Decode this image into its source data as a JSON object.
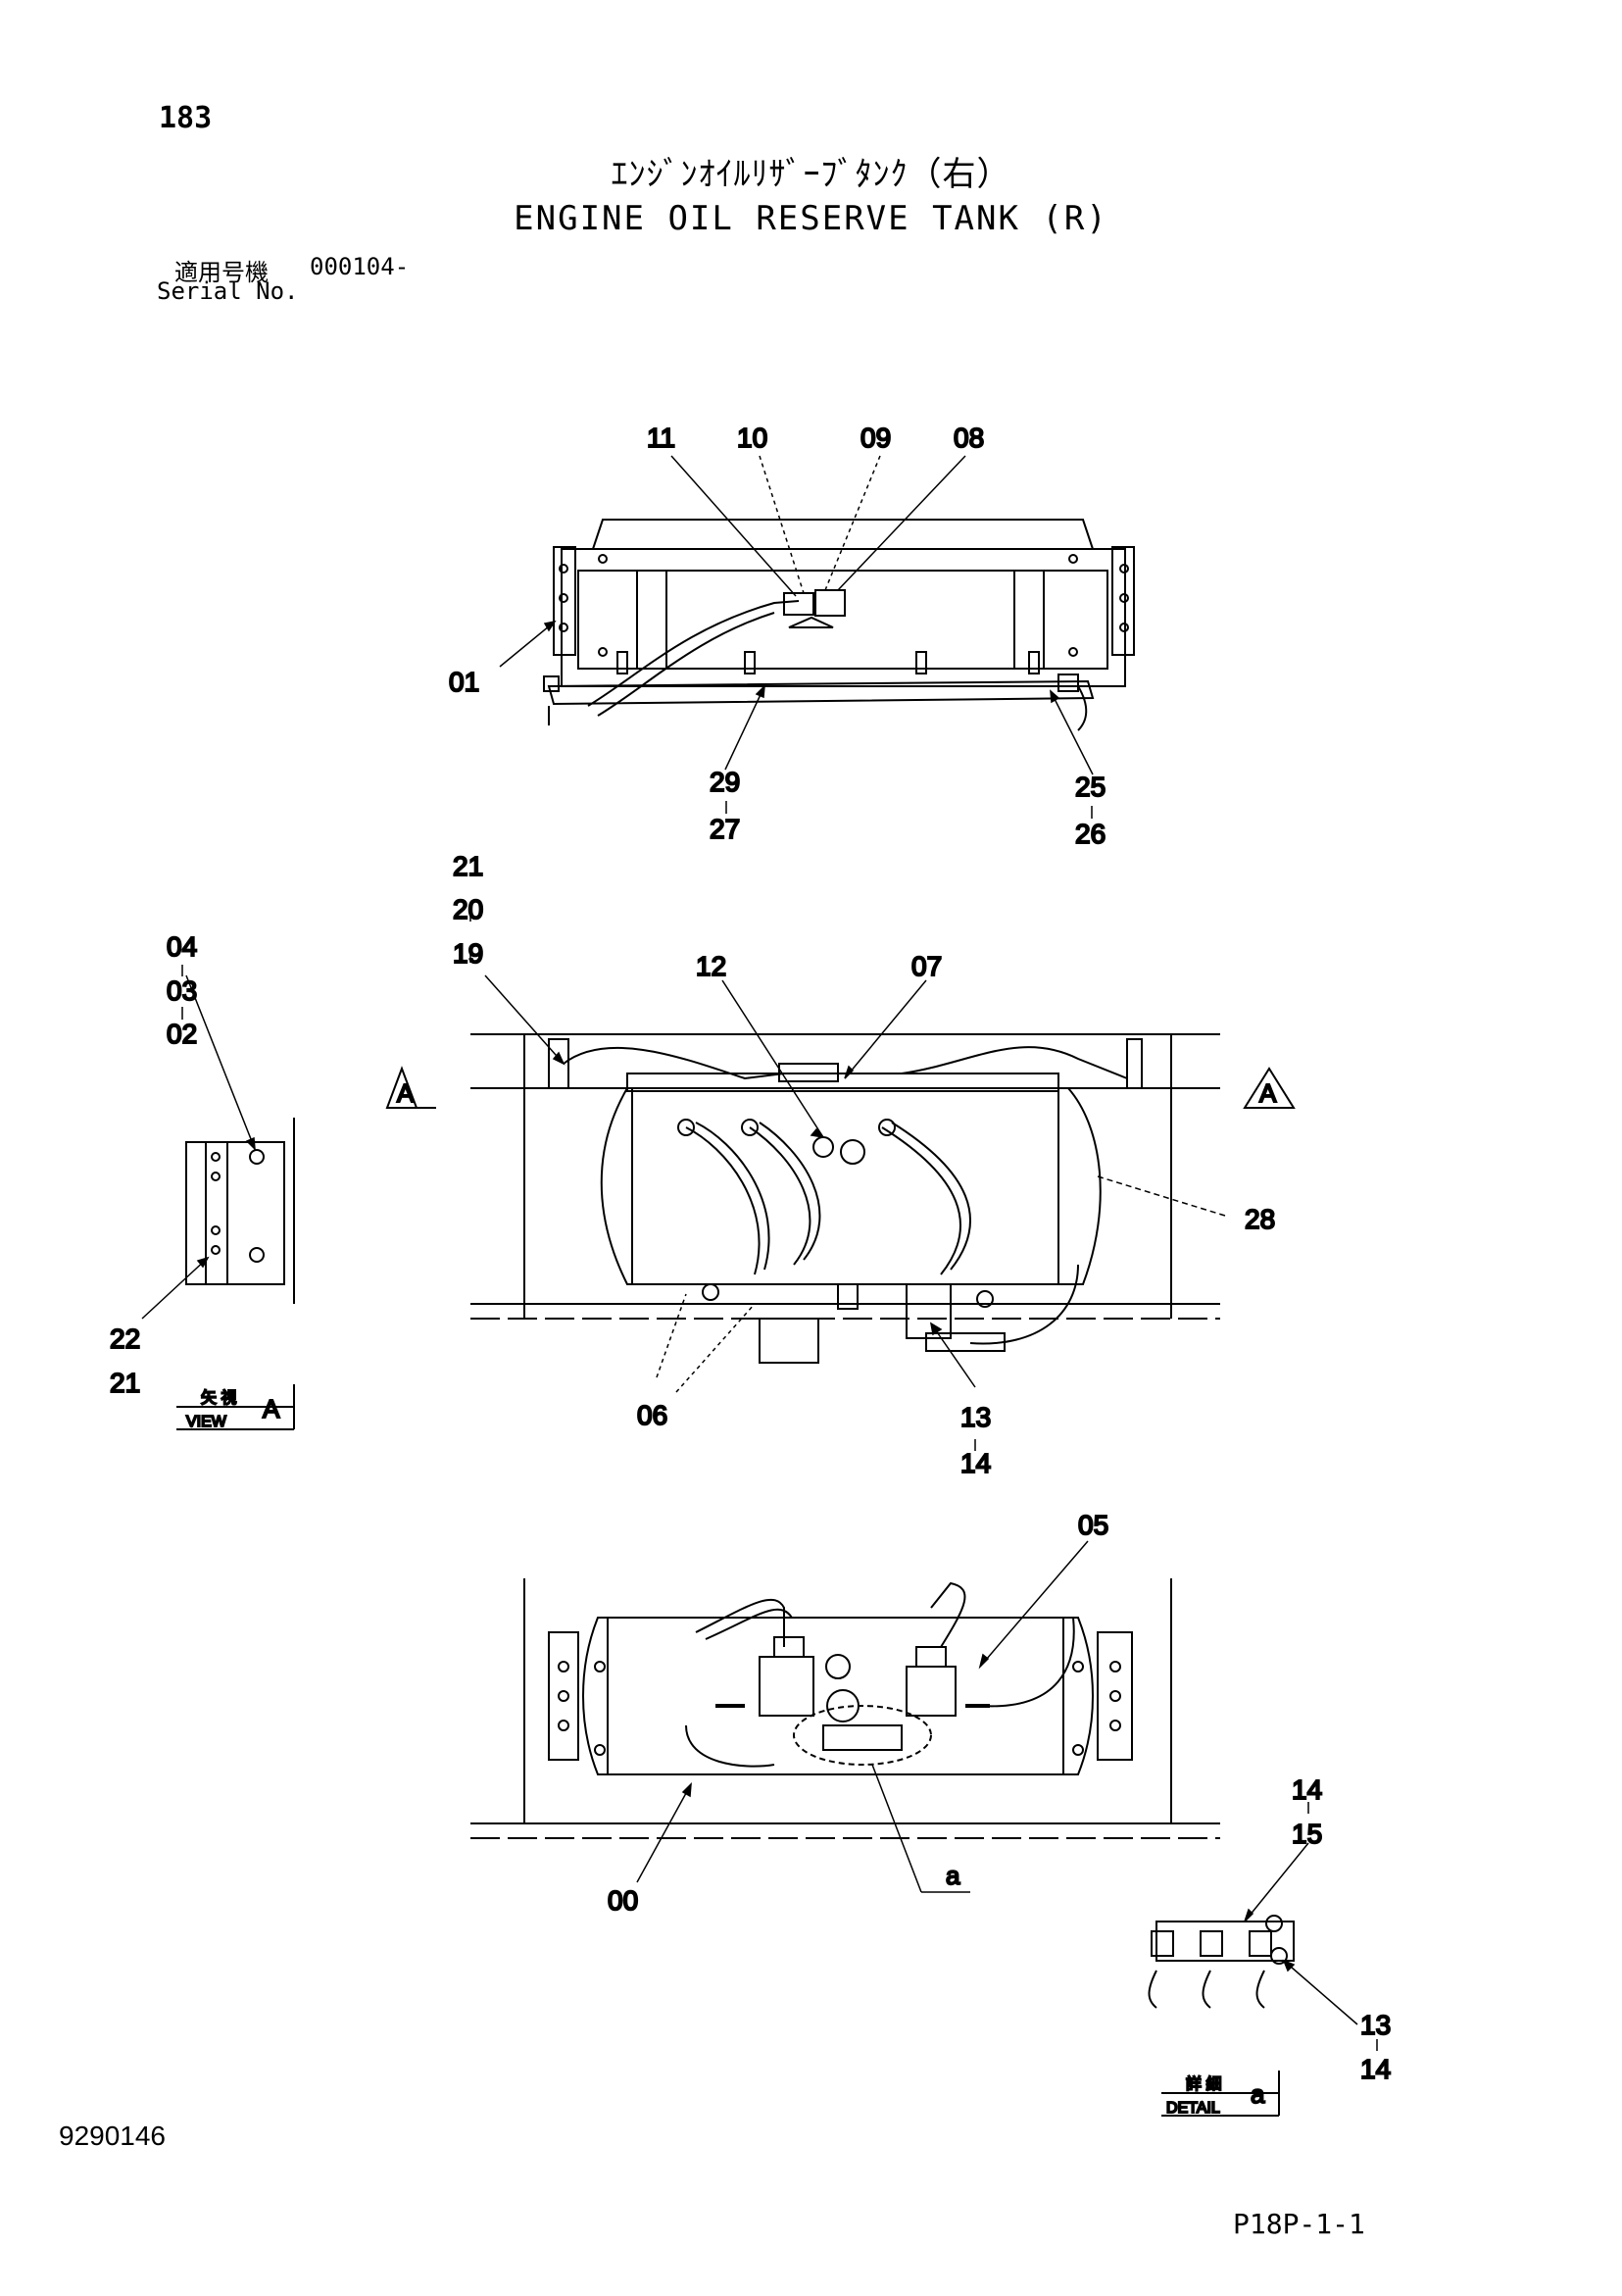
{
  "header": {
    "page_number": "183",
    "title_jp": "ｴﾝｼﾞﾝｵｲﾙﾘｻﾞｰﾌﾞﾀﾝｸ（右）",
    "title_en": "ENGINE OIL RESERVE TANK (R)",
    "serial_label_jp": "適用号機",
    "serial_value": "000104-",
    "serial_label_en": "Serial No."
  },
  "footer": {
    "drawing_number": "9290146",
    "page_code": "P18P-1-1"
  },
  "views": {
    "view_a": {
      "jp": "矢 視",
      "en": "VIEW",
      "letter": "A"
    },
    "detail_a": {
      "jp": "詳 細",
      "en": "DETAIL",
      "letter": "a"
    },
    "section_marker": "A",
    "detail_marker": "a"
  },
  "callouts": {
    "c11": "11",
    "c10": "10",
    "c09": "09",
    "c08": "08",
    "c01": "01",
    "c29": "29",
    "c27": "27",
    "c25": "25",
    "c26": "26",
    "c21a": "21",
    "c20": "20",
    "c19": "19",
    "c04": "04",
    "c03": "03",
    "c02": "02",
    "c12": "12",
    "c07": "07",
    "c28": "28",
    "c22": "22",
    "c21b": "21",
    "c06": "06",
    "c13a": "13",
    "c14a": "14",
    "c05": "05",
    "c00": "00",
    "c14b": "14",
    "c15": "15",
    "c13b": "13",
    "c14c": "14"
  }
}
